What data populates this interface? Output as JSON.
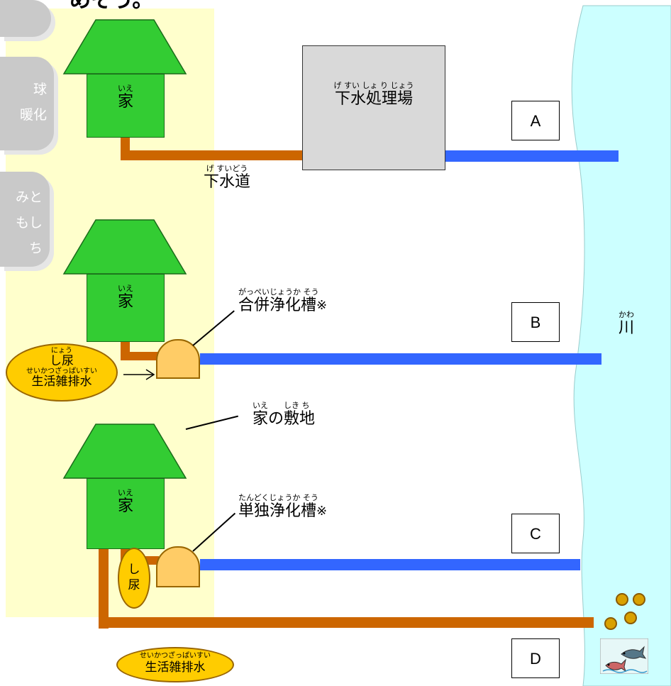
{
  "top_fragment": "めそう。",
  "sidebar": {
    "items": [
      {
        "lines": []
      },
      {
        "lines": [
          "球",
          "暖化"
        ]
      },
      {
        "lines": [
          "みと",
          "もし",
          "ち"
        ]
      }
    ]
  },
  "houses": [
    {
      "ruby": "いえ",
      "label": "家"
    },
    {
      "ruby": "いえ",
      "label": "家"
    },
    {
      "ruby": "いえ",
      "label": "家"
    }
  ],
  "plant": {
    "ruby": "げ すい しょ り じょう",
    "label": "下水処理場"
  },
  "sewer": {
    "ruby": "げ すいどう",
    "label": "下水道"
  },
  "combined_tank": {
    "ruby": "がっぺいじょうか そう",
    "label": "合併浄化槽",
    "mark": "※"
  },
  "single_tank": {
    "ruby": "たんどくじょうか そう",
    "label": "単独浄化槽",
    "mark": "※"
  },
  "lot": {
    "ruby": "いえ　　しき ち",
    "label": "家の敷地"
  },
  "river": {
    "ruby": "かわ",
    "label": "川"
  },
  "boxes": [
    "A",
    "B",
    "C",
    "D"
  ],
  "waste_b": {
    "urine_ruby": "にょう",
    "urine": "し尿",
    "gray_ruby": "せいかつざっぱいすい",
    "gray": "生活雑排水"
  },
  "waste_c": {
    "urine_top": "し",
    "urine_bottom": "尿"
  },
  "waste_d": {
    "gray_ruby": "せいかつざっぱいすい",
    "gray": "生活雑排水"
  },
  "colors": {
    "house": "#33cc33",
    "lot": "#ffffcc",
    "river": "#ccffff",
    "sewage_pipe": "#cc6600",
    "clean_pipe": "#3366ff",
    "tank": "#ffcc66",
    "plant": "#d9d9d9",
    "waste_ellipse": "#ffcc00"
  }
}
